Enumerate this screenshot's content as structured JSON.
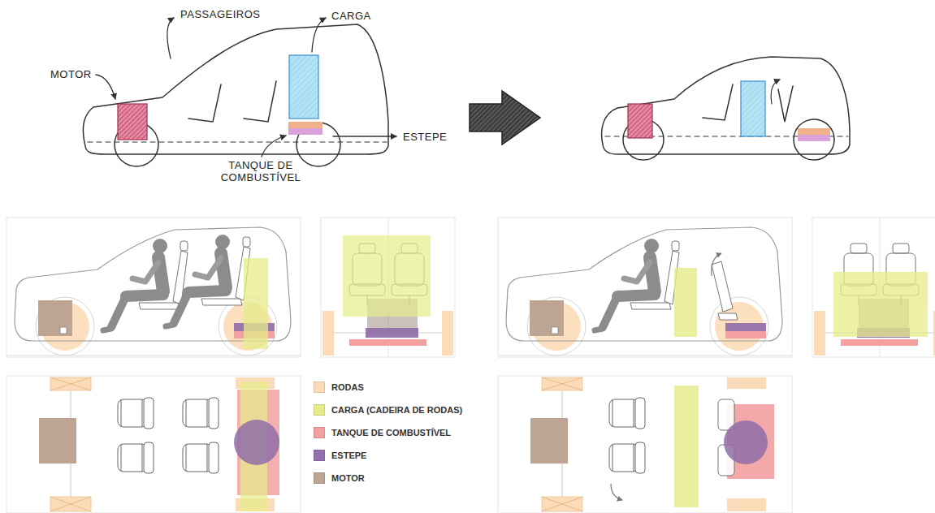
{
  "diagram": {
    "labels": [
      "MOTOR",
      "PASSAGEIROS",
      "CARGA",
      "ESTEPE",
      "TANQUE DE COMBUSTÍVEL"
    ],
    "legend": [
      {
        "text": "RODAS",
        "color": "#fcdcb8"
      },
      {
        "text": "CARGA (CADEIRA DE RODAS)",
        "color": "#e6ec8a"
      },
      {
        "text": "TANQUE DE COMBUSTÍVEL",
        "color": "#f2a0a0"
      },
      {
        "text": "ESTEPE",
        "color": "#9670ae"
      },
      {
        "text": "MOTOR",
        "color": "#bea493"
      }
    ]
  }
}
